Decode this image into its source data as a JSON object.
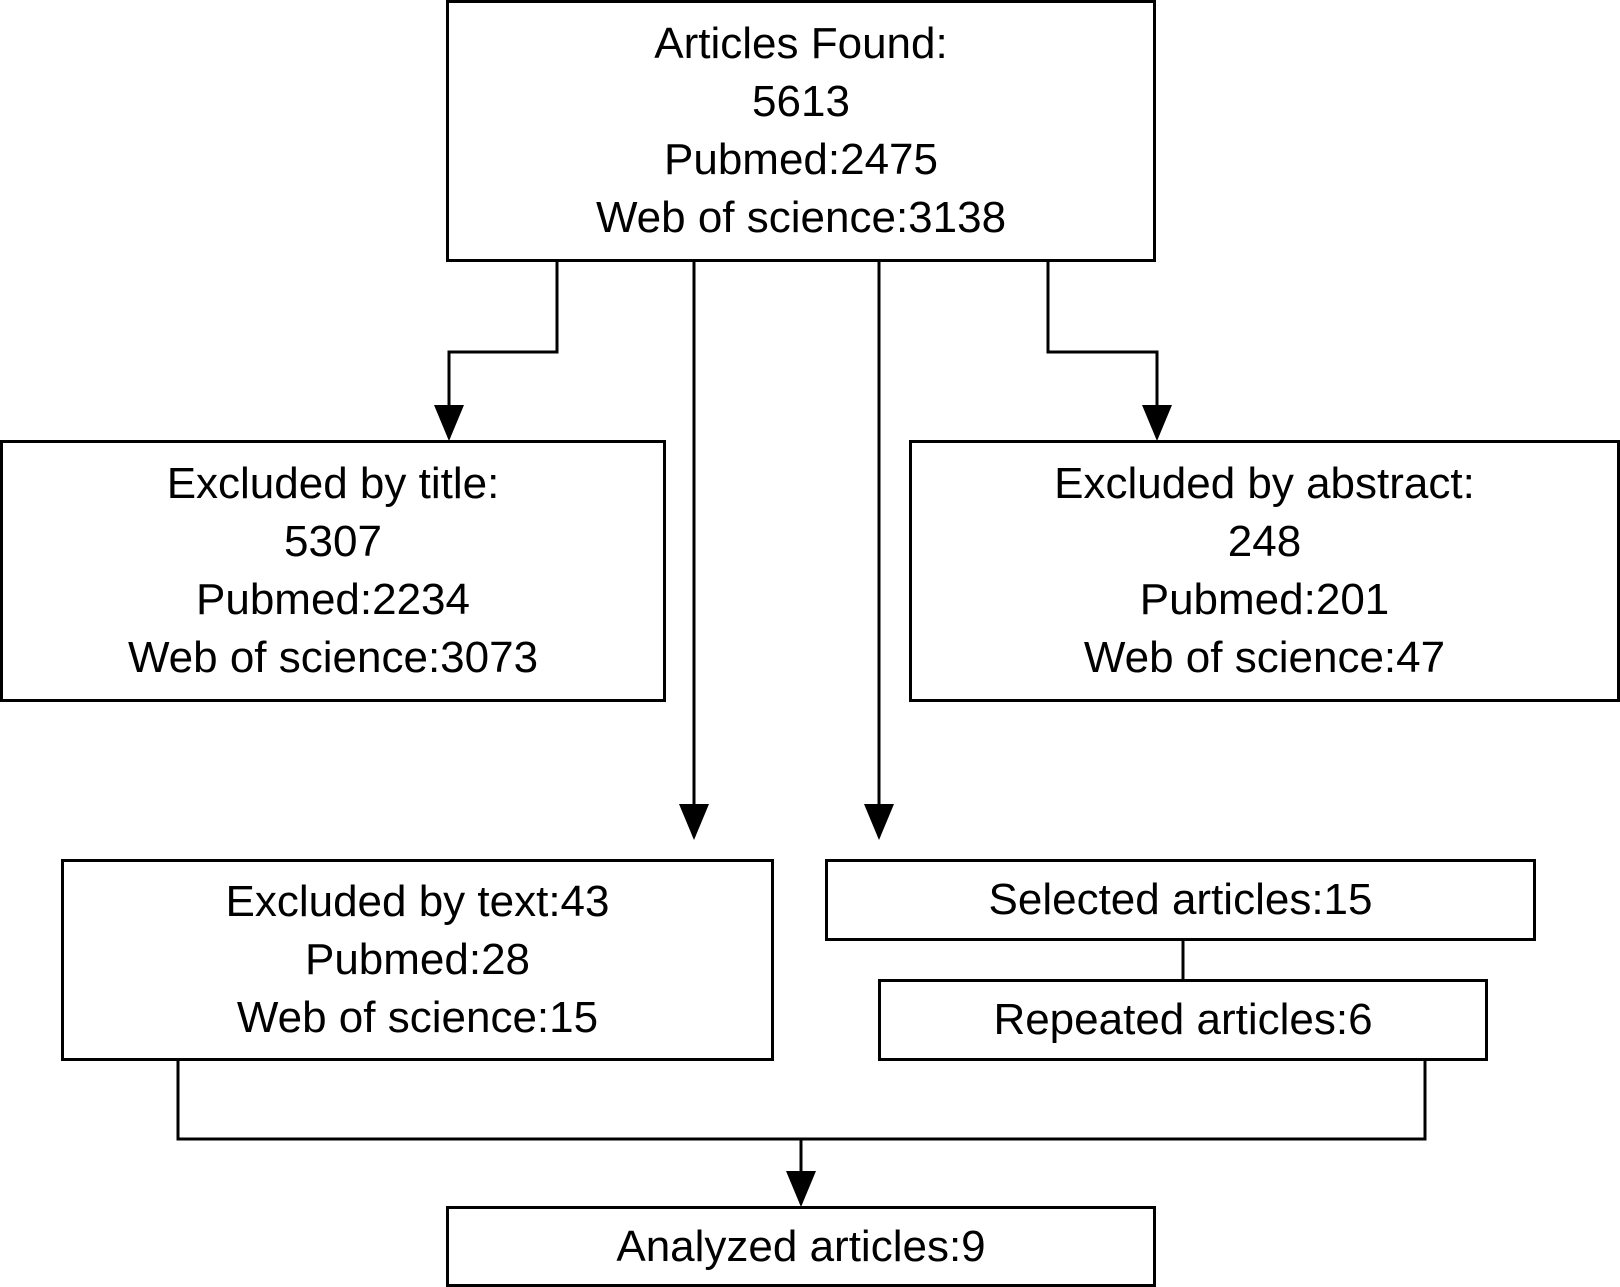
{
  "diagram": {
    "articles_found": {
      "title": "Articles Found:",
      "total": "5613",
      "pubmed": "Pubmed:2475",
      "web_of_science": "Web of science:3138"
    },
    "excluded_by_title": {
      "title": "Excluded by title:",
      "total": "5307",
      "pubmed": "Pubmed:2234",
      "web_of_science": "Web of science:3073"
    },
    "excluded_by_abstract": {
      "title": "Excluded by abstract:",
      "total": "248",
      "pubmed": "Pubmed:201",
      "web_of_science": "Web of science:47"
    },
    "excluded_by_text": {
      "title": "Excluded by text:43",
      "pubmed": "Pubmed:28",
      "web_of_science": "Web of science:15"
    },
    "selected_articles": {
      "label": "Selected articles:15"
    },
    "repeated_articles": {
      "label": "Repeated articles:6"
    },
    "analyzed_articles": {
      "label": "Analyzed articles:9"
    }
  },
  "colors": {
    "stroke": "#000000",
    "background": "#ffffff"
  }
}
